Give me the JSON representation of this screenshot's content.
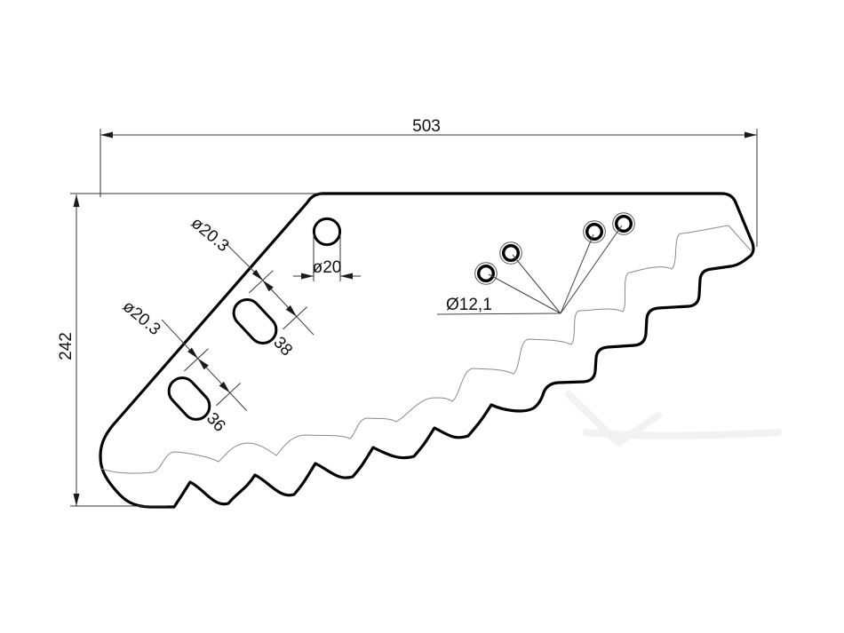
{
  "drawing": {
    "title": "serrated-knife-blade-technical-drawing",
    "background": "#ffffff",
    "outline_color": "#000000",
    "dimension_color": "#333333",
    "bevel_line_color": "#8a8a8a",
    "dimensions": {
      "overall_width": "503",
      "overall_height": "242",
      "round_hole_diameter": "ø20",
      "slot_upper": {
        "width": "ø20.3",
        "length": "38"
      },
      "slot_lower": {
        "width": "ø20.3",
        "length": "36"
      },
      "small_holes_diameter": "Ø12,1"
    }
  }
}
